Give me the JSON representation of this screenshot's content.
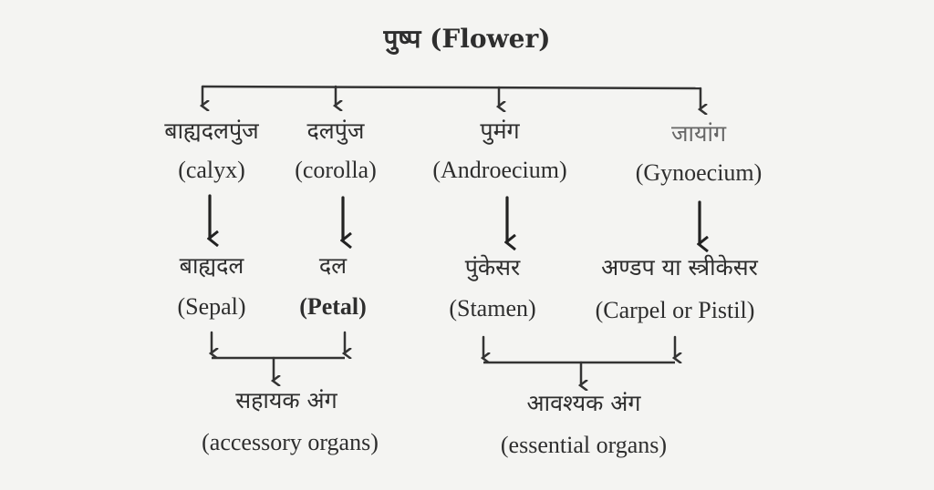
{
  "title": "पुष्प (Flower)",
  "whorls": [
    {
      "hindi": "बाह्यदलपुंज",
      "english": "(calyx)",
      "part_hindi": "बाह्यदल",
      "part_english": "(Sepal)"
    },
    {
      "hindi": "दलपुंज",
      "english": "(corolla)",
      "part_hindi": "दल",
      "part_english": "(Petal)"
    },
    {
      "hindi": "पुमंग",
      "english": "(Androecium)",
      "part_hindi": "पुंकेसर",
      "part_english": "(Stamen)"
    },
    {
      "hindi": "जायांग",
      "english": "(Gynoecium)",
      "part_hindi": "अण्डप या स्त्रीकेसर",
      "part_english": "(Carpel or Pistil)"
    }
  ],
  "groups": [
    {
      "hindi": "सहायक अंग",
      "english": "(accessory organs)"
    },
    {
      "hindi": "आवश्यक अंग",
      "english": "(essential organs)"
    }
  ]
}
